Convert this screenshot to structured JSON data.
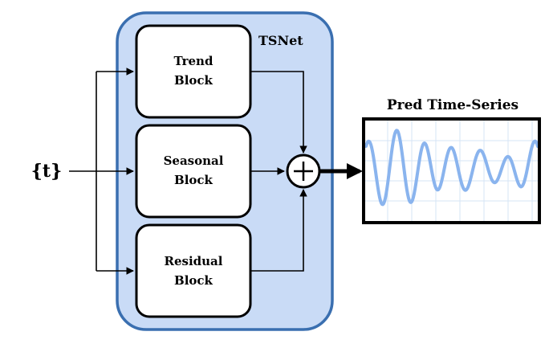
{
  "input": {
    "label": "{t}"
  },
  "tsnet": {
    "title": "TSNet",
    "blocks": [
      {
        "line1": "Trend",
        "line2": "Block"
      },
      {
        "line1": "Seasonal",
        "line2": "Block"
      },
      {
        "line1": "Residual",
        "line2": "Block"
      }
    ]
  },
  "combiner": {
    "symbol": "+"
  },
  "output": {
    "title": "Pred Time-Series",
    "line_color": "#8ab4ee"
  },
  "colors": {
    "tsnet_fill": "#c9dbf6",
    "tsnet_stroke": "#3a6fb0",
    "stroke": "#000000"
  }
}
